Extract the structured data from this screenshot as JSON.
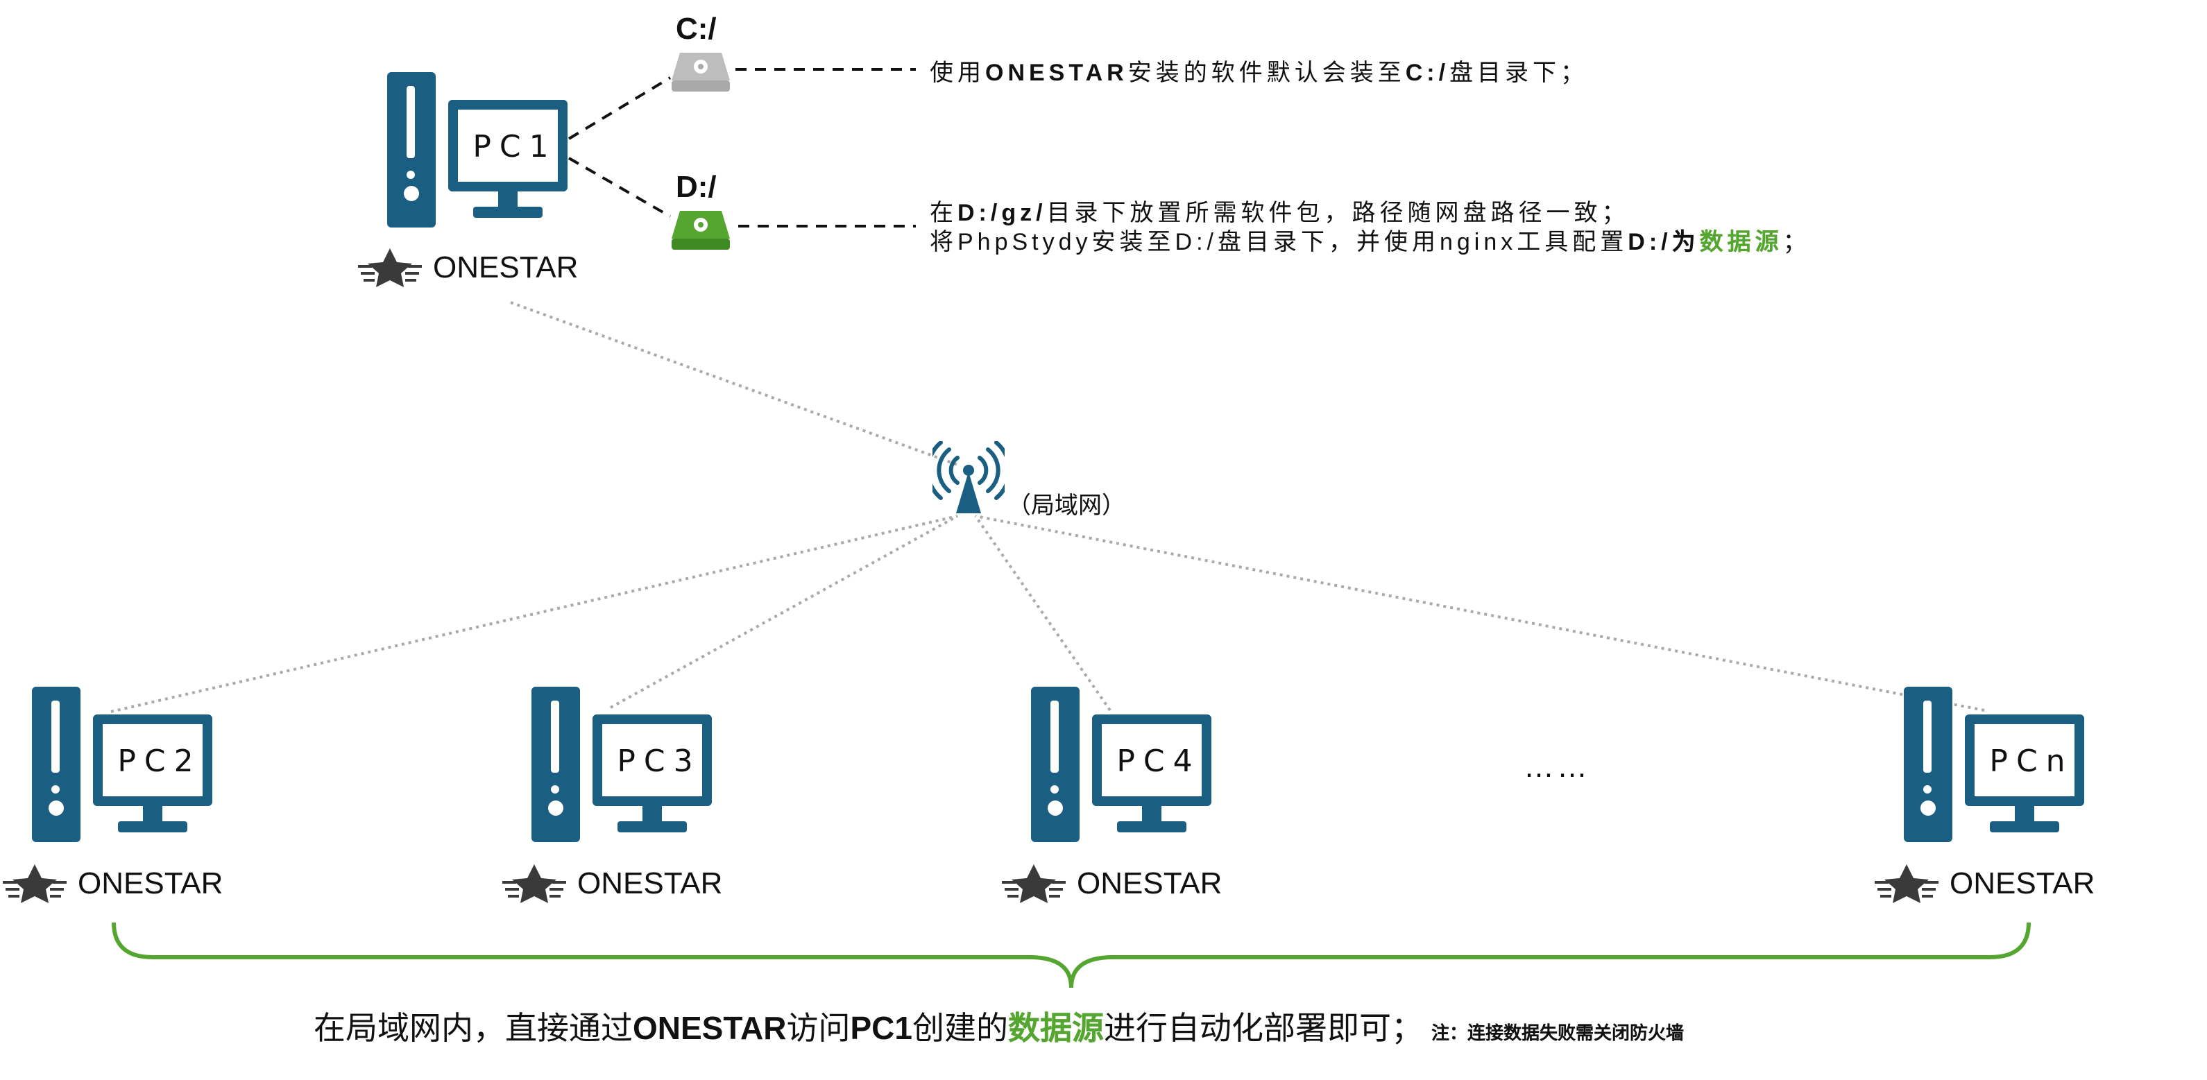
{
  "pc1": {
    "label": "PC1",
    "brand": "ONESTAR"
  },
  "drives": {
    "c_label": "C:/",
    "d_label": "D:/",
    "c_color": "#a9a9a9",
    "d_color": "#55a630"
  },
  "notes": {
    "c_note_pre": "使用",
    "c_note_brand": "ONESTAR",
    "c_note_mid": "安装的软件默认会装至",
    "c_note_path": "C:/",
    "c_note_post": "盘目录下；",
    "d_note1_pre": "在",
    "d_note1_path": "D:/gz/",
    "d_note1_post": "目录下放置所需软件包，路径随网盘路径一致；",
    "d_note2_pre": "将PhpStydy安装至D:/盘目录下，并使用nginx工具配置",
    "d_note2_path": "D:/为",
    "d_note2_green": "数据源",
    "d_note2_post": "；"
  },
  "network": {
    "label": "（局域网）",
    "icon": "wifi-antenna-icon"
  },
  "clients": [
    {
      "label": "PC2",
      "brand": "ONESTAR"
    },
    {
      "label": "PC3",
      "brand": "ONESTAR"
    },
    {
      "label": "PC4",
      "brand": "ONESTAR"
    },
    {
      "label": "PCn",
      "brand": "ONESTAR"
    }
  ],
  "ellipsis": "……",
  "bottom": {
    "pre": "在局域网内，直接通过",
    "brand": "ONESTAR",
    "mid": "访问",
    "pc": "PC1",
    "mid2": "创建的",
    "green": "数据源",
    "post": "进行自动化部署即可；",
    "tiny": "注：连接数据失败需关闭防火墙"
  },
  "colors": {
    "pc_blue": "#1a5e82",
    "accent_green": "#55a630",
    "star_gray": "#3a3a3a"
  }
}
